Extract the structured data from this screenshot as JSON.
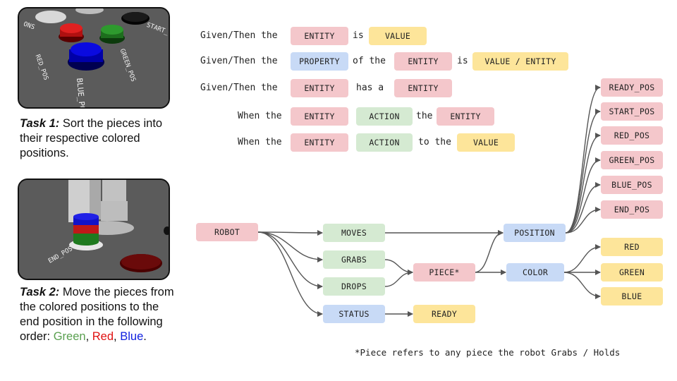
{
  "task1": {
    "title": "Task 1:",
    "text": "Sort the pieces into their respective colored positions."
  },
  "task2": {
    "title": "Task 2:",
    "text_before": "Move the pieces from the colored positions to the end position in the following order:",
    "green": "Green",
    "sep1": ",",
    "red": "Red",
    "sep2": ",",
    "blue": "Blue",
    "end": "."
  },
  "photo1_labels": {
    "red_pos": "RED_POS",
    "green_pos": "GREEN_POS",
    "blue_pos": "BLUE_POS",
    "start": "START_",
    "ons": "ONS"
  },
  "photo2_labels": {
    "end_pos": "END_POS"
  },
  "grammar": {
    "given_then": "Given/Then the",
    "when_the": "When the",
    "entity": "ENTITY",
    "value": "VALUE",
    "property": "PROPERTY",
    "value_entity": "VALUE / ENTITY",
    "action": "ACTION",
    "is": "is",
    "of_the": "of the",
    "has_a": "has a",
    "the": "the",
    "to_the": "to the"
  },
  "nodes": {
    "robot": "ROBOT",
    "moves": "MOVES",
    "grabs": "GRABS",
    "drops": "DROPS",
    "status": "STATUS",
    "piece": "PIECE*",
    "ready": "READY",
    "position": "POSITION",
    "color": "COLOR",
    "ready_pos": "READY_POS",
    "start_pos": "START_POS",
    "red_pos": "RED_POS",
    "green_pos": "GREEN_POS",
    "blue_pos": "BLUE_POS",
    "end_pos": "END_POS",
    "red": "RED",
    "green": "GREEN",
    "blue": "BLUE"
  },
  "footnote": "*Piece refers to any piece the robot Grabs / Holds",
  "colors": {
    "entity": "#f4c7cb",
    "value": "#fde59a",
    "action": "#d5ead2",
    "property": "#c8daf6"
  }
}
